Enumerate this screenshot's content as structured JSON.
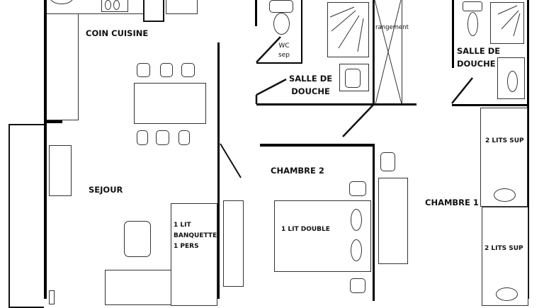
{
  "plan": {
    "rooms": {
      "coin_cuisine": "COIN CUISINE",
      "sejour": "SEJOUR",
      "wc": [
        "WC",
        "sep"
      ],
      "salle_de_douche_1": [
        "SALLE DE",
        "DOUCHE"
      ],
      "rangement": "rangement",
      "salle_de_douche_2": [
        "SALLE DE",
        "DOUCHE"
      ],
      "chambre_2": "CHAMBRE 2",
      "chambre_1": "CHAMBRE 1"
    },
    "furniture": {
      "banquette": [
        "1 LIT",
        "BANQUETTE",
        "1 PERS"
      ],
      "lit_double": "1 LIT DOUBLE",
      "lits_sup_1": "2 LITS SUP",
      "lits_sup_2": "2 LITS SUP"
    },
    "colors": {
      "wall": "#000000",
      "furniture_stroke": "#333333",
      "background": "#ffffff"
    }
  }
}
